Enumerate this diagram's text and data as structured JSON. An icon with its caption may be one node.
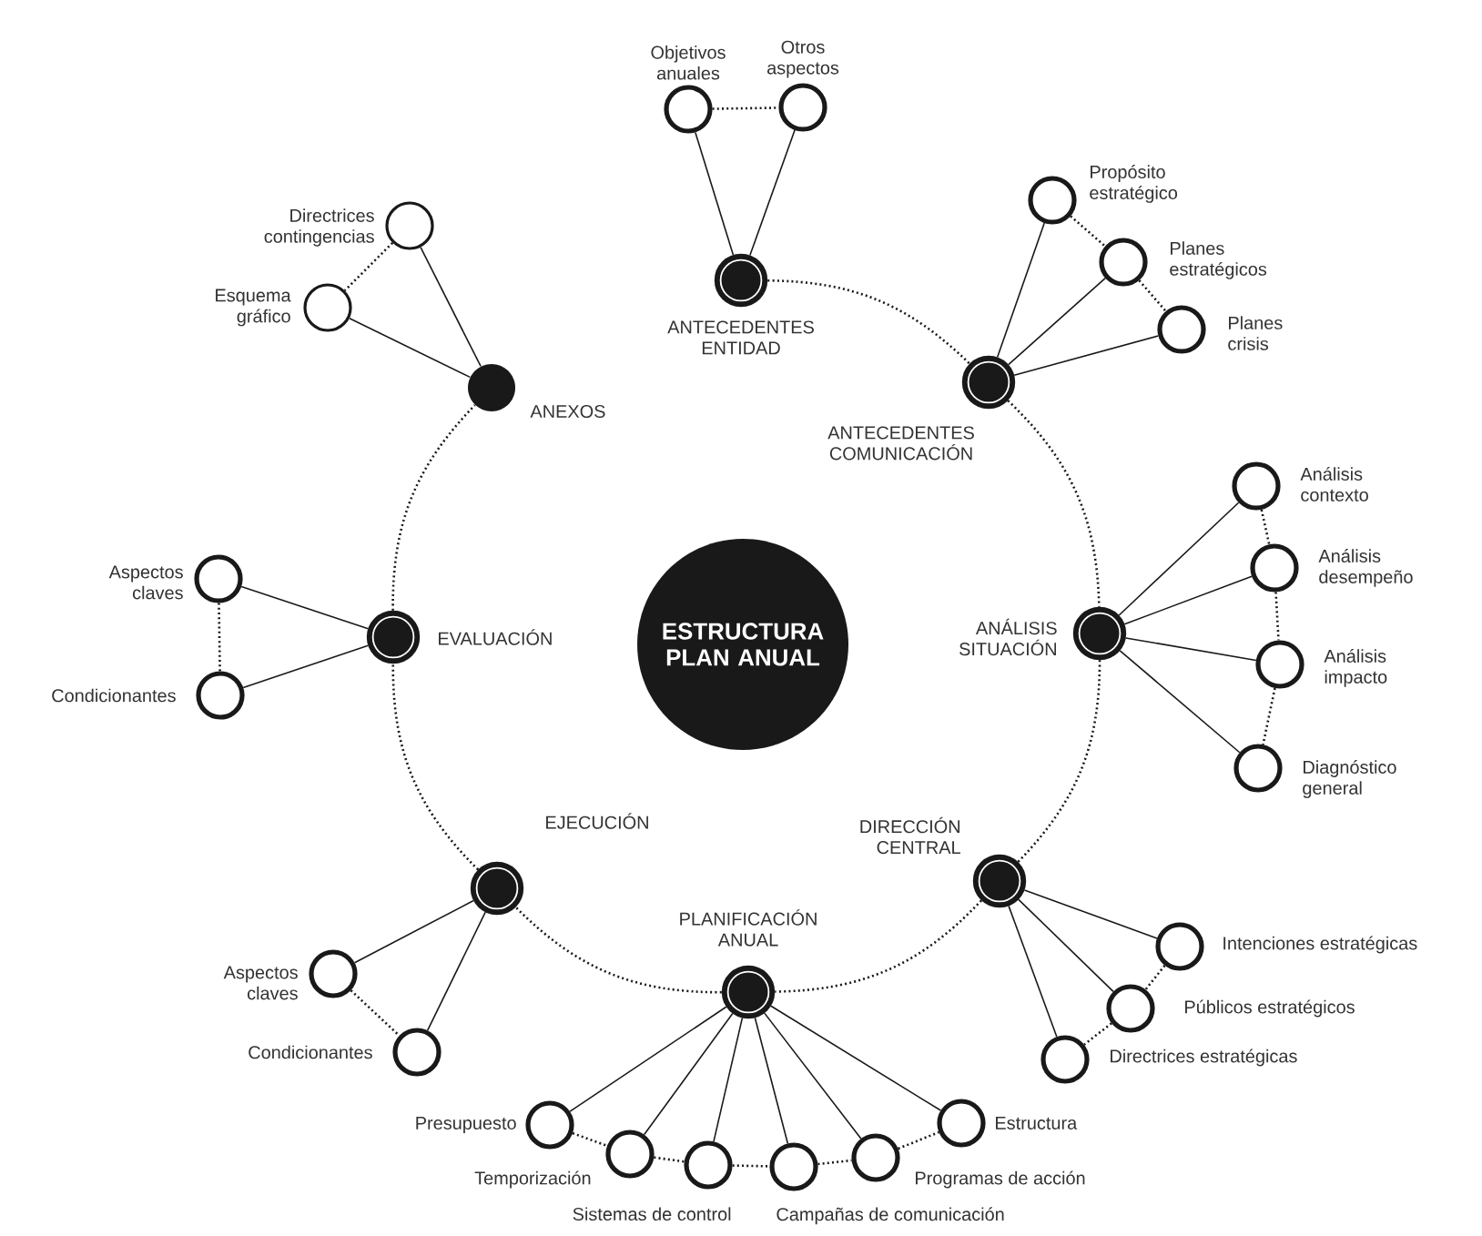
{
  "diagram": {
    "nodes": [
      {
        "text": [
          "ESTRUCTURA PLAN ANUAL"
        ]
      },
      {
        "text": [
          "ANTECEDENTES ENTIDAD"
        ]
      },
      {
        "text": [
          "Objetivos anuales"
        ]
      },
      {
        "text": [
          "Otros aspectos"
        ]
      },
      {
        "text": [
          "ANTECEDENTES COMUNICACIÓN"
        ]
      },
      {
        "text": [
          "Propósito estratégico"
        ]
      },
      {
        "text": [
          "Planes estratégicos"
        ]
      },
      {
        "text": [
          "Planes crisis"
        ]
      },
      {
        "text": [
          "ANÁLISIS SITUACIÓN"
        ]
      },
      {
        "text": [
          "Análisis contexto"
        ]
      },
      {
        "text": [
          "Análisis desempeño"
        ]
      },
      {
        "text": [
          "Análisis impacto"
        ]
      },
      {
        "text": [
          "Diagnóstico general"
        ]
      },
      {
        "text": [
          "DIRECCIÓN CENTRAL"
        ]
      },
      {
        "text": [
          "Intenciones estratégicas"
        ]
      },
      {
        "text": [
          "Públicos estratégicos"
        ]
      },
      {
        "text": [
          "Directrices estratégicas"
        ]
      },
      {
        "text": [
          "PLANIFICACIÓN ANUAL"
        ]
      },
      {
        "text": [
          "Presupuesto"
        ]
      },
      {
        "text": [
          "Temporización"
        ]
      },
      {
        "text": [
          "Sistemas de control"
        ]
      },
      {
        "text": [
          "Campañas de comunicación"
        ]
      },
      {
        "text": [
          "Programas de acción"
        ]
      },
      {
        "text": [
          "Estructura"
        ]
      },
      {
        "text": [
          "EJECUCIÓN"
        ]
      },
      {
        "text": [
          "Aspectos claves"
        ]
      },
      {
        "text": [
          "Condicionantes"
        ]
      },
      {
        "text": [
          "EVALUACIÓN"
        ]
      },
      {
        "text": [
          "Aspectos claves"
        ]
      },
      {
        "text": [
          "Condicionantes"
        ]
      },
      {
        "text": [
          "ANEXOS"
        ]
      },
      {
        "text": [
          "Directrices contingencias"
        ]
      },
      {
        "text": [
          "Esquema gráfico"
        ]
      }
    ],
    "edges": [
      {
        "from": 1,
        "to": 4,
        "arrow": "none",
        "style": "dashed"
      },
      {
        "from": 4,
        "to": 8,
        "arrow": "none",
        "style": "dashed"
      },
      {
        "from": 8,
        "to": 13,
        "arrow": "none",
        "style": "dashed"
      },
      {
        "from": 13,
        "to": 17,
        "arrow": "none",
        "style": "dashed"
      },
      {
        "from": 17,
        "to": 24,
        "arrow": "none",
        "style": "dashed"
      },
      {
        "from": 24,
        "to": 27,
        "arrow": "none",
        "style": "dashed"
      },
      {
        "from": 27,
        "to": 30,
        "arrow": "none",
        "style": "dashed"
      },
      {
        "from": 1,
        "to": 2,
        "arrow": "none"
      },
      {
        "from": 1,
        "to": 3,
        "arrow": "none"
      },
      {
        "from": 4,
        "to": 5,
        "arrow": "none"
      },
      {
        "from": 4,
        "to": 6,
        "arrow": "none"
      },
      {
        "from": 4,
        "to": 7,
        "arrow": "none"
      },
      {
        "from": 8,
        "to": 9,
        "arrow": "none"
      },
      {
        "from": 8,
        "to": 10,
        "arrow": "none"
      },
      {
        "from": 8,
        "to": 11,
        "arrow": "none"
      },
      {
        "from": 8,
        "to": 12,
        "arrow": "none"
      },
      {
        "from": 13,
        "to": 14,
        "arrow": "none"
      },
      {
        "from": 13,
        "to": 15,
        "arrow": "none"
      },
      {
        "from": 13,
        "to": 16,
        "arrow": "none"
      },
      {
        "from": 17,
        "to": 18,
        "arrow": "none"
      },
      {
        "from": 17,
        "to": 19,
        "arrow": "none"
      },
      {
        "from": 17,
        "to": 20,
        "arrow": "none"
      },
      {
        "from": 17,
        "to": 21,
        "arrow": "none"
      },
      {
        "from": 17,
        "to": 22,
        "arrow": "none"
      },
      {
        "from": 17,
        "to": 23,
        "arrow": "none"
      },
      {
        "from": 24,
        "to": 25,
        "arrow": "none"
      },
      {
        "from": 24,
        "to": 26,
        "arrow": "none"
      },
      {
        "from": 27,
        "to": 28,
        "arrow": "none"
      },
      {
        "from": 27,
        "to": 29,
        "arrow": "none"
      },
      {
        "from": 30,
        "to": 31,
        "arrow": "none"
      },
      {
        "from": 30,
        "to": 32,
        "arrow": "none"
      },
      {
        "from": 2,
        "to": 3,
        "arrow": "none",
        "style": "dashed"
      },
      {
        "from": 5,
        "to": 6,
        "arrow": "none",
        "style": "dashed"
      },
      {
        "from": 6,
        "to": 7,
        "arrow": "none",
        "style": "dashed"
      },
      {
        "from": 9,
        "to": 10,
        "arrow": "none",
        "style": "dashed"
      },
      {
        "from": 10,
        "to": 11,
        "arrow": "none",
        "style": "dashed"
      },
      {
        "from": 11,
        "to": 12,
        "arrow": "none",
        "style": "dashed"
      },
      {
        "from": 14,
        "to": 15,
        "arrow": "none",
        "style": "dashed"
      },
      {
        "from": 15,
        "to": 16,
        "arrow": "none",
        "style": "dashed"
      },
      {
        "from": 18,
        "to": 19,
        "arrow": "none",
        "style": "dashed"
      },
      {
        "from": 19,
        "to": 20,
        "arrow": "none",
        "style": "dashed"
      },
      {
        "from": 20,
        "to": 21,
        "arrow": "none",
        "style": "dashed"
      },
      {
        "from": 21,
        "to": 22,
        "arrow": "none",
        "style": "dashed"
      },
      {
        "from": 22,
        "to": 23,
        "arrow": "none",
        "style": "dashed"
      },
      {
        "from": 25,
        "to": 26,
        "arrow": "none",
        "style": "dashed"
      },
      {
        "from": 28,
        "to": 29,
        "arrow": "none",
        "style": "dashed"
      },
      {
        "from": 31,
        "to": 32,
        "arrow": "none",
        "style": "dashed"
      }
    ]
  }
}
